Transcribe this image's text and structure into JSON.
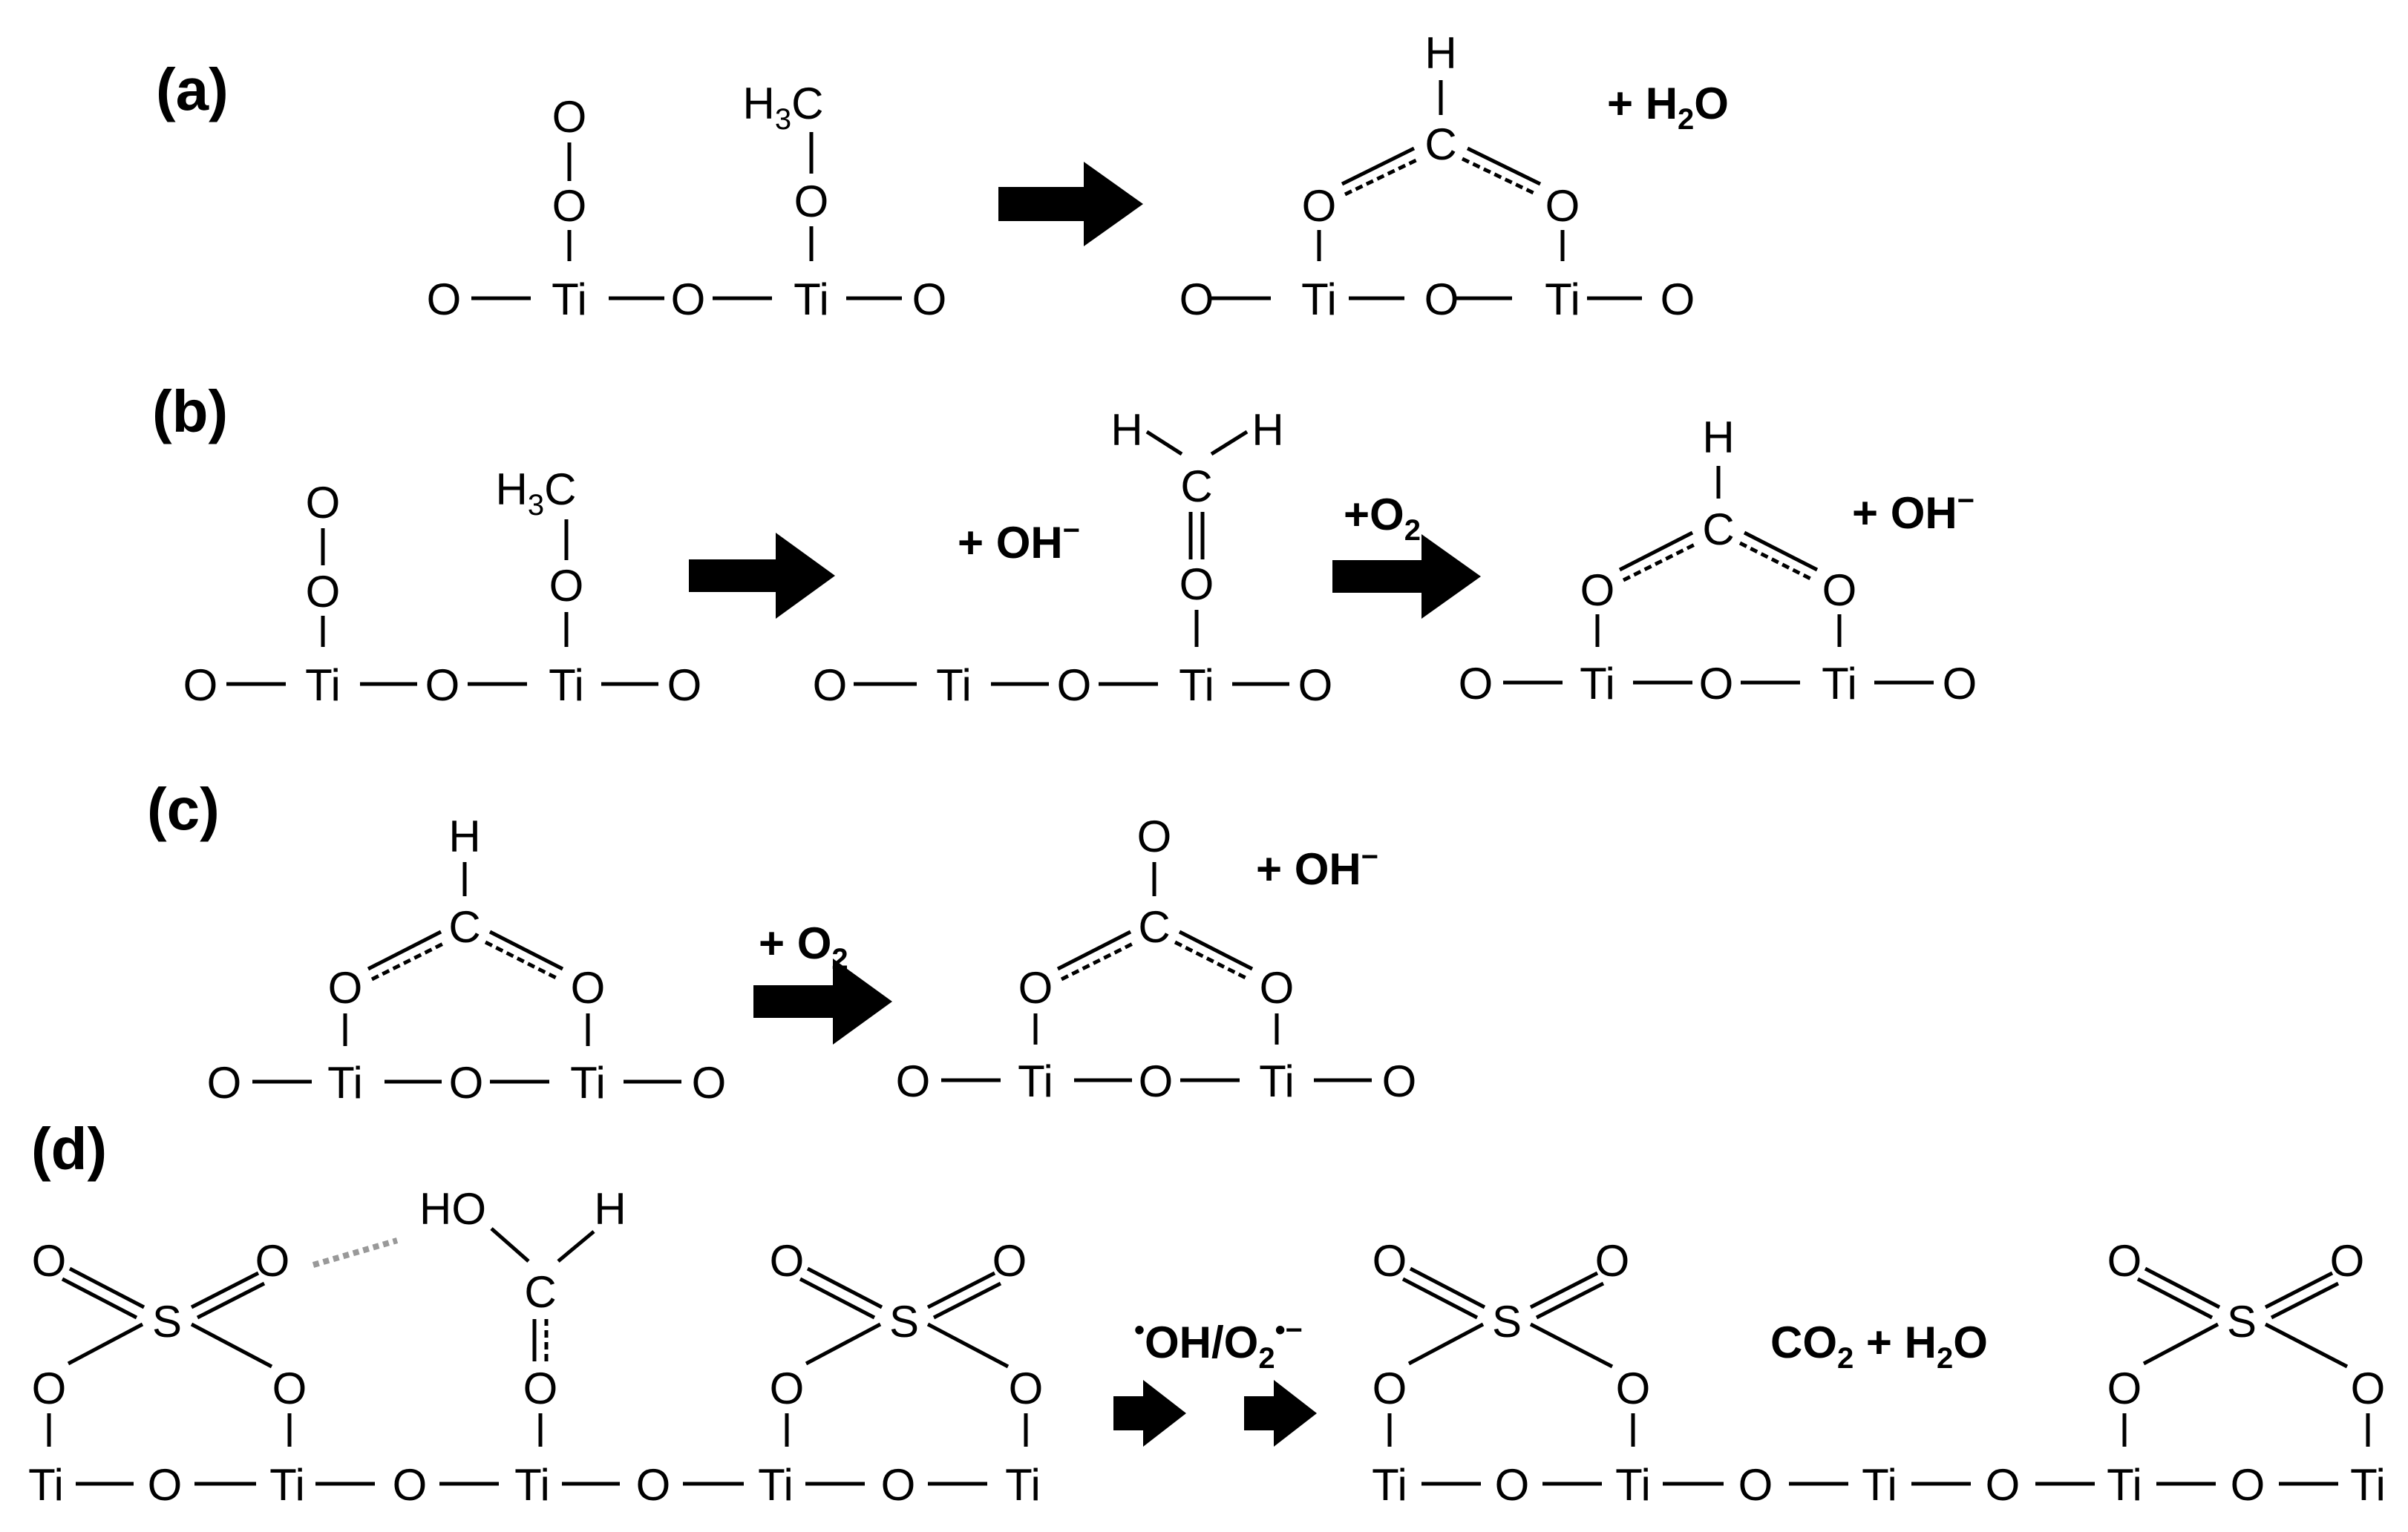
{
  "panels": [
    {
      "label": "(a)",
      "steps": [
        {
          "label": "+ H",
          "sub": "2",
          "rest": "O"
        }
      ]
    },
    {
      "label": "(b)",
      "steps": [
        {
          "label": "+ OH",
          "sup": "−"
        },
        {
          "label": "+O",
          "sub": "2"
        },
        {
          "label": "+ OH",
          "sup": "−"
        }
      ]
    },
    {
      "label": "(c)",
      "steps": [
        {
          "label": "+ O",
          "sub": "2"
        },
        {
          "label": "+ OH",
          "sup": "−"
        }
      ]
    },
    {
      "label": "(d)",
      "steps": [
        {
          "radical_1": "•",
          "text_1": "OH/O",
          "sub": "2",
          "radical_2": "•",
          "sup": "−"
        },
        {
          "label": "CO",
          "sub": "2",
          "rest": " + H",
          "sub2": "2",
          "rest2": "O"
        }
      ]
    }
  ],
  "atoms": {
    "ti": "Ti",
    "o": "O",
    "c": "C",
    "h": "H",
    "s": "S",
    "ho": "HO",
    "methyl": "H",
    "methyl_sub": "3",
    "methyl_c": "C"
  },
  "colors": {
    "ink": "#000000",
    "hbond": "#999999"
  }
}
